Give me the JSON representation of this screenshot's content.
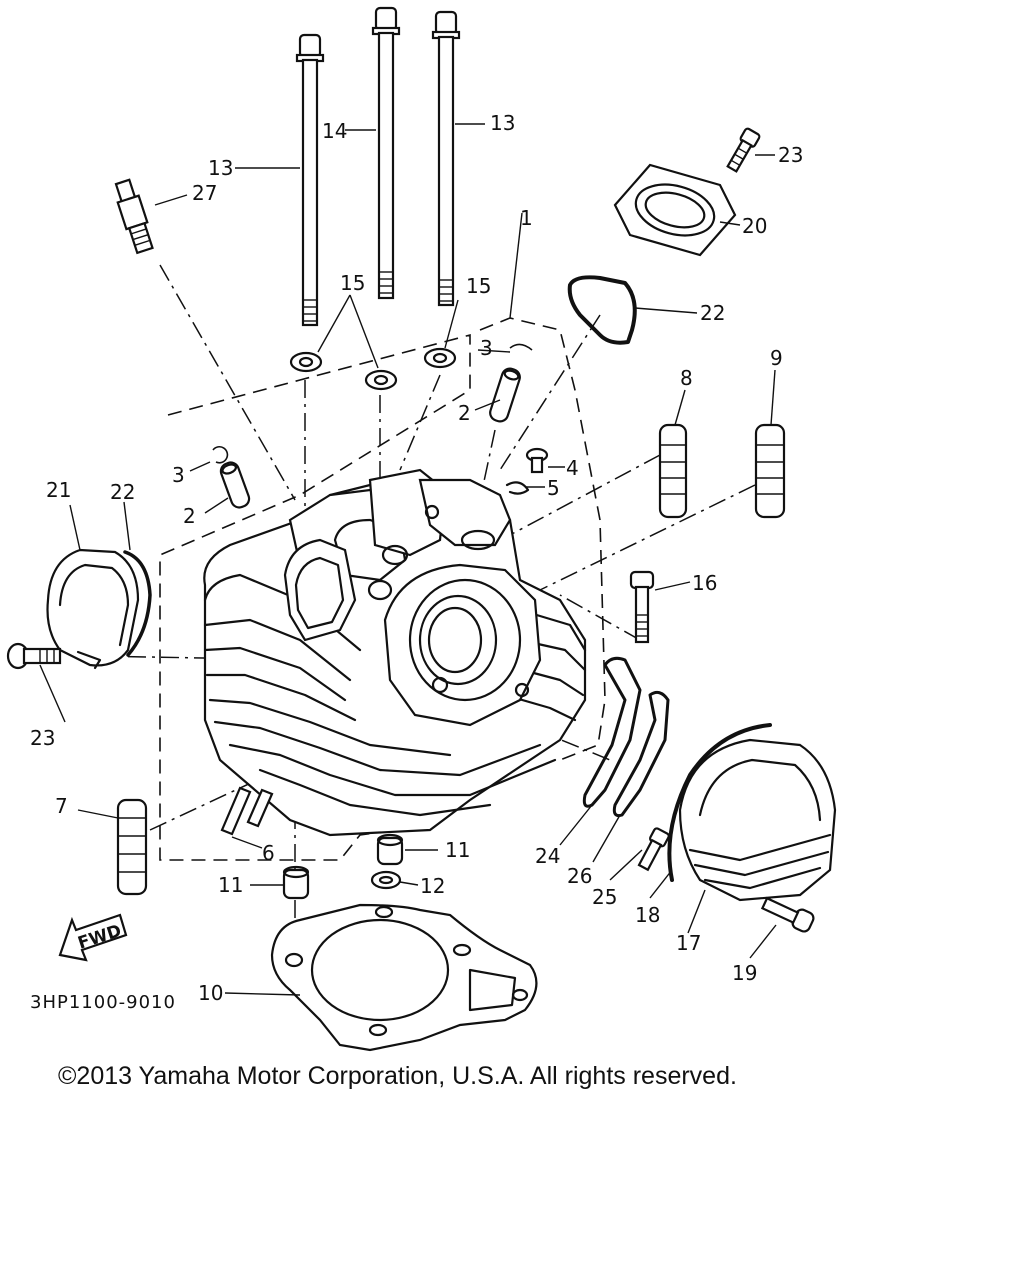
{
  "diagram": {
    "callouts": [
      "1",
      "2",
      "2",
      "3",
      "3",
      "4",
      "5",
      "6",
      "7",
      "8",
      "9",
      "10",
      "11",
      "11",
      "12",
      "13",
      "13",
      "14",
      "15",
      "15",
      "16",
      "17",
      "18",
      "19",
      "20",
      "21",
      "22",
      "22",
      "23",
      "23",
      "24",
      "25",
      "26",
      "27"
    ],
    "fwd_label": "FWD",
    "drawing_code": "3HP1100-9010"
  },
  "footer": {
    "copyright": "©2013 Yamaha Motor Corporation, U.S.A. All rights reserved."
  }
}
